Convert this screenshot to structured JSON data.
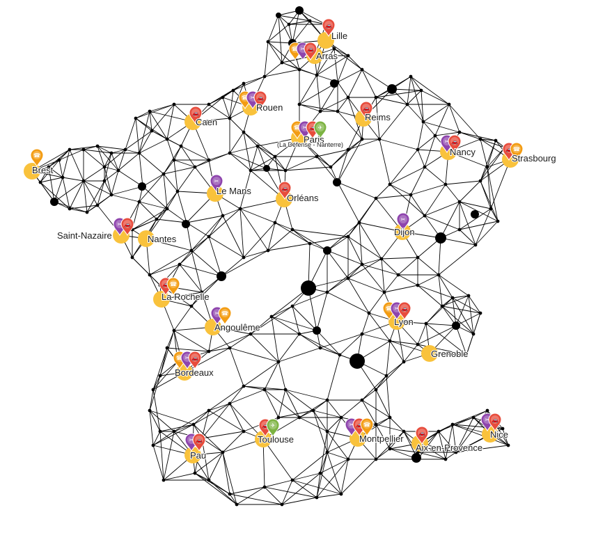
{
  "colors": {
    "city_dot": "#F9C23C",
    "network": "#000000",
    "pin_red": "#E74C3C",
    "pin_purple": "#8E44AD",
    "pin_orange": "#F39C12",
    "pin_green": "#7CB342"
  },
  "cities": [
    {
      "id": "lille",
      "name": "Lille"
    },
    {
      "id": "arras",
      "name": "Arras"
    },
    {
      "id": "rouen",
      "name": "Rouen"
    },
    {
      "id": "caen",
      "name": "Caen"
    },
    {
      "id": "reims",
      "name": "Reims"
    },
    {
      "id": "paris",
      "name": "Paris",
      "sub": "(La Défense - Nanterre)"
    },
    {
      "id": "nancy",
      "name": "Nancy"
    },
    {
      "id": "strasbourg",
      "name": "Strasbourg"
    },
    {
      "id": "brest",
      "name": "Brest"
    },
    {
      "id": "lemans",
      "name": "Le Mans"
    },
    {
      "id": "orleans",
      "name": "Orléans"
    },
    {
      "id": "saintnazaire",
      "name": "Saint-Nazaire"
    },
    {
      "id": "nantes",
      "name": "Nantes"
    },
    {
      "id": "dijon",
      "name": "Dijon"
    },
    {
      "id": "larochelle",
      "name": "La Rochelle"
    },
    {
      "id": "angouleme",
      "name": "Angoulême"
    },
    {
      "id": "lyon",
      "name": "Lyon"
    },
    {
      "id": "grenoble",
      "name": "Grenoble"
    },
    {
      "id": "bordeaux",
      "name": "Bordeaux"
    },
    {
      "id": "toulouse",
      "name": "Toulouse"
    },
    {
      "id": "montpellier",
      "name": "Montpellier"
    },
    {
      "id": "aix",
      "name": "Aix-en-Provence"
    },
    {
      "id": "nice",
      "name": "Nice"
    },
    {
      "id": "pau",
      "name": "Pau"
    }
  ],
  "pin_groups": [
    {
      "city": "lille",
      "pins": [
        "red"
      ]
    },
    {
      "city": "arras",
      "pins": [
        "orange",
        "purple",
        "red"
      ]
    },
    {
      "city": "rouen",
      "pins": [
        "orange",
        "purple",
        "red"
      ]
    },
    {
      "city": "caen",
      "pins": [
        "red"
      ]
    },
    {
      "city": "reims",
      "pins": [
        "red"
      ]
    },
    {
      "city": "paris",
      "pins": [
        "orange",
        "purple",
        "red",
        "green"
      ]
    },
    {
      "city": "nancy",
      "pins": [
        "purple",
        "red"
      ]
    },
    {
      "city": "strasbourg",
      "pins": [
        "red",
        "orange"
      ]
    },
    {
      "city": "brest",
      "pins": [
        "orange"
      ]
    },
    {
      "city": "lemans",
      "pins": [
        "purple"
      ]
    },
    {
      "city": "orleans",
      "pins": [
        "red"
      ]
    },
    {
      "city": "saintnazaire",
      "pins": [
        "purple",
        "red"
      ]
    },
    {
      "city": "dijon",
      "pins": [
        "purple"
      ]
    },
    {
      "city": "larochelle",
      "pins": [
        "red",
        "orange"
      ]
    },
    {
      "city": "angouleme",
      "pins": [
        "purple",
        "orange"
      ]
    },
    {
      "city": "lyon",
      "pins": [
        "orange",
        "purple",
        "red"
      ]
    },
    {
      "city": "bordeaux",
      "pins": [
        "orange",
        "purple",
        "red"
      ]
    },
    {
      "city": "toulouse",
      "pins": [
        "red",
        "green"
      ]
    },
    {
      "city": "montpellier",
      "pins": [
        "purple",
        "red",
        "orange"
      ]
    },
    {
      "city": "aix",
      "pins": [
        "red"
      ]
    },
    {
      "city": "nice",
      "pins": [
        "purple",
        "red"
      ]
    },
    {
      "city": "pau",
      "pins": [
        "purple",
        "red"
      ]
    }
  ]
}
